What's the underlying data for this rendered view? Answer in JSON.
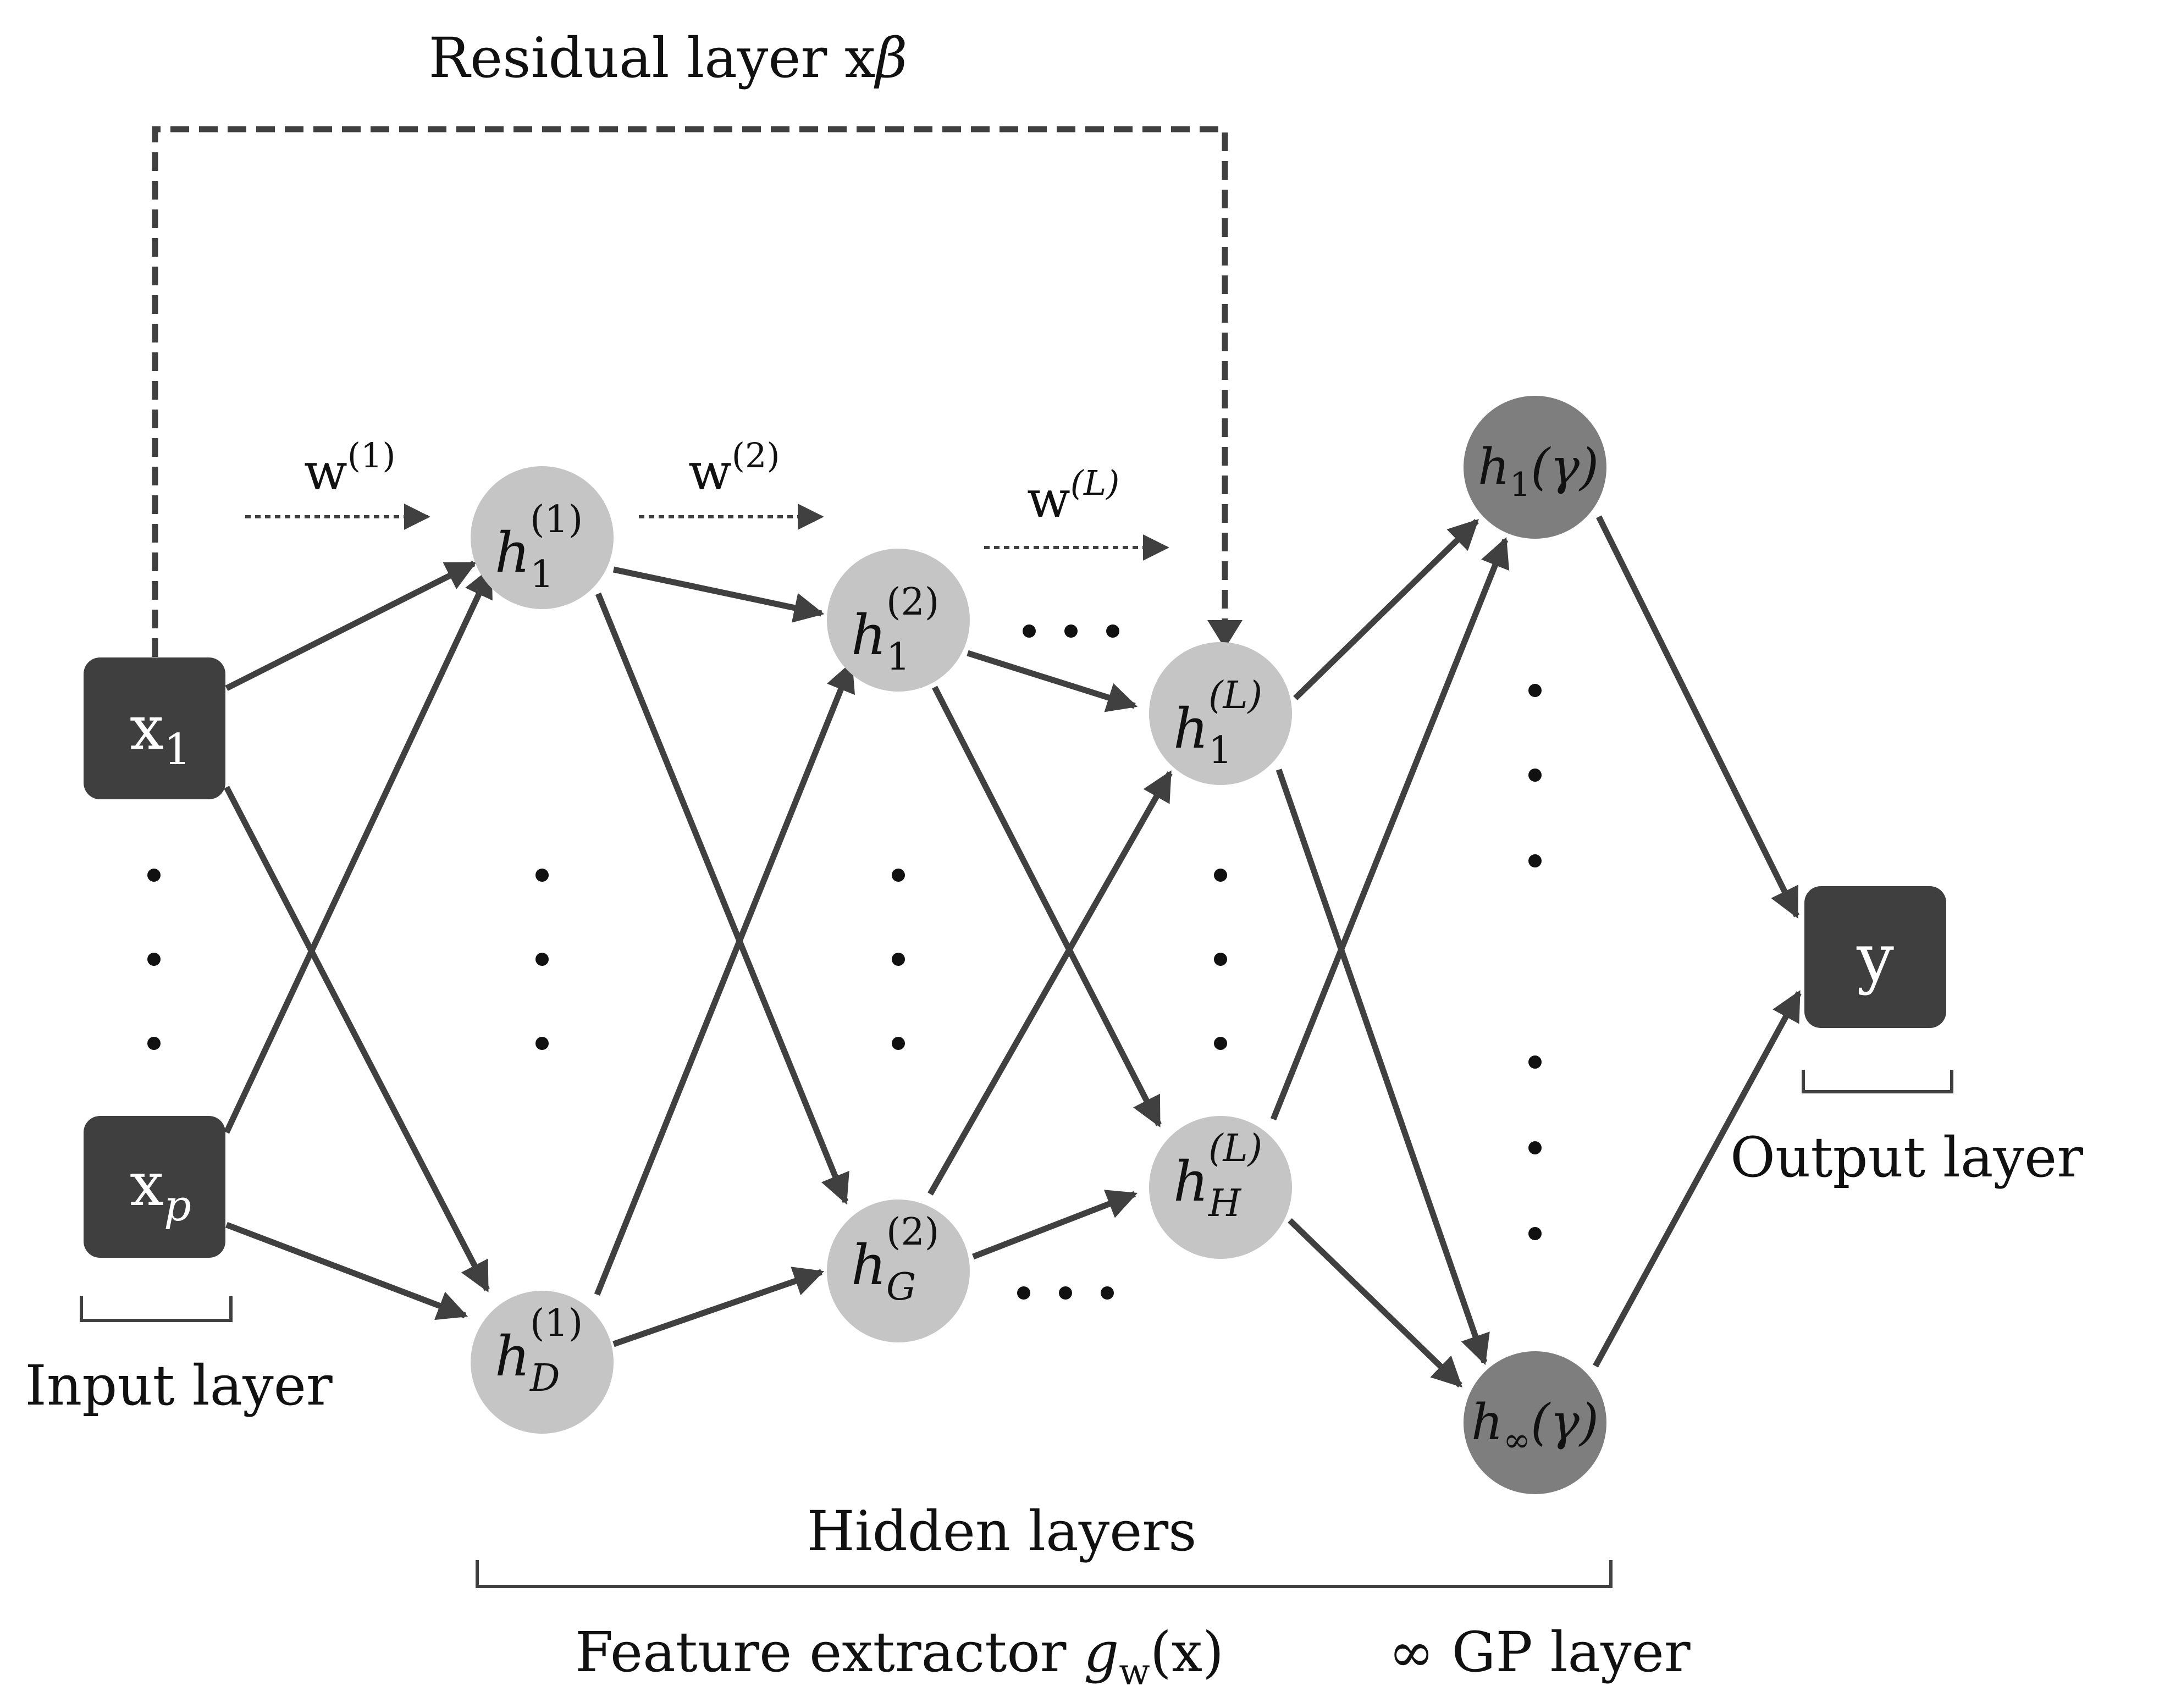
{
  "labels": {
    "residual": "Residual layer x",
    "residual_symbol": "β",
    "input_layer": "Input layer",
    "output_layer": "Output layer",
    "hidden_layers": "Hidden layers",
    "feature_extractor": "Feature extractor ",
    "feature_g": "g",
    "feature_w": "w",
    "feature_x": "(x)",
    "gp_layer": "∞ GP layer"
  },
  "weights": {
    "w1": {
      "base": "w",
      "sup": "(1)"
    },
    "w2": {
      "base": "w",
      "sup": "(2)"
    },
    "wL": {
      "base": "w",
      "sup": "(L)"
    }
  },
  "nodes": {
    "x1": {
      "base": "x",
      "sub": "1"
    },
    "xp": {
      "base": "x",
      "sub": "p"
    },
    "h1_1": {
      "base": "h",
      "sup": "(1)",
      "sub": "1"
    },
    "hD_1": {
      "base": "h",
      "sup": "(1)",
      "sub": "D"
    },
    "h1_2": {
      "base": "h",
      "sup": "(2)",
      "sub": "1"
    },
    "hG_2": {
      "base": "h",
      "sup": "(2)",
      "sub": "G"
    },
    "h1_L": {
      "base": "h",
      "sup": "(L)",
      "sub": "1"
    },
    "hH_L": {
      "base": "h",
      "sup": "(L)",
      "sub": "H"
    },
    "gp1": {
      "base": "h",
      "sub": "1",
      "arg": "(γ)"
    },
    "gpinf": {
      "base": "h",
      "sub": "∞",
      "arg": "(γ)"
    },
    "y": {
      "base": "y"
    }
  },
  "colors": {
    "box": "#3f3f3f",
    "hidden_node": "#c5c5c5",
    "gp_node": "#7e7e7e",
    "edge": "#404040"
  }
}
